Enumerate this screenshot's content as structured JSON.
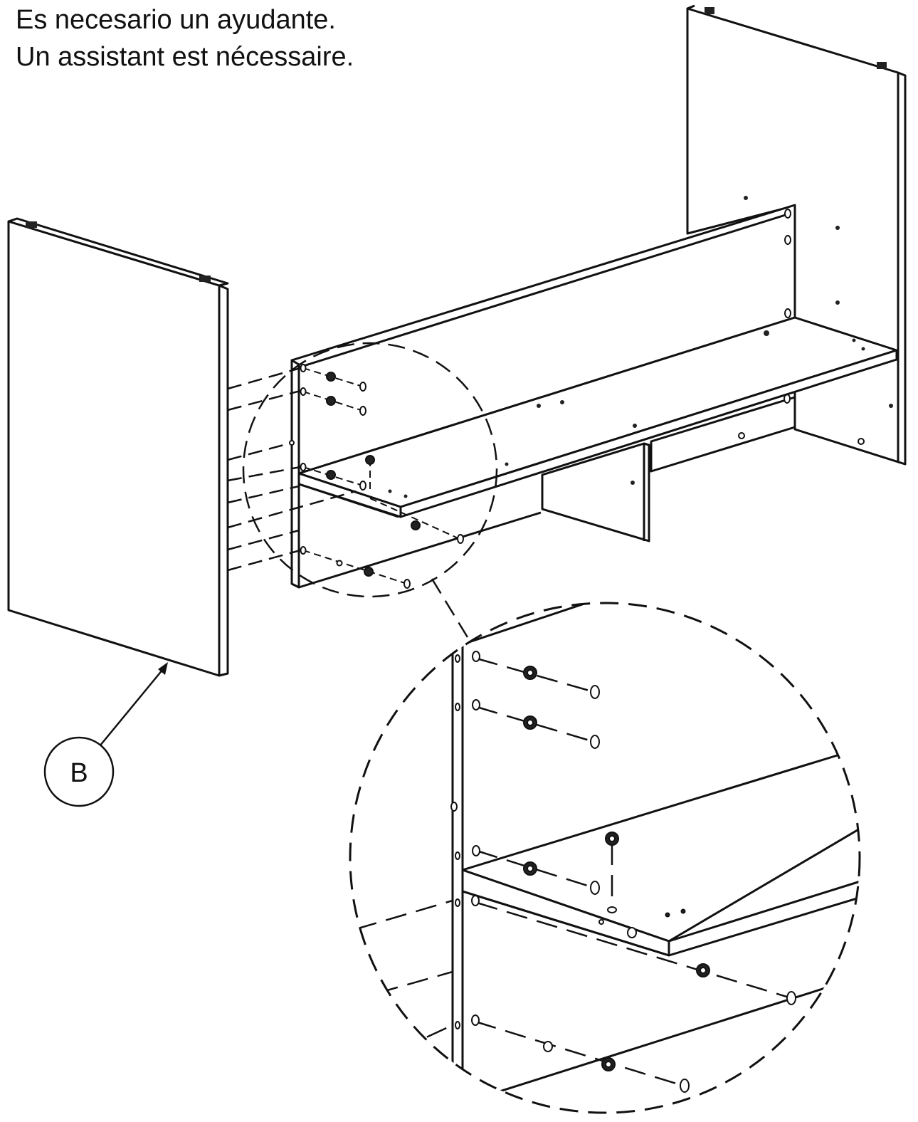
{
  "instructions": {
    "spanish": "Es necesario un ayudante.",
    "french": "Un assistant est nécessaire."
  },
  "callout": {
    "label": "B"
  }
}
